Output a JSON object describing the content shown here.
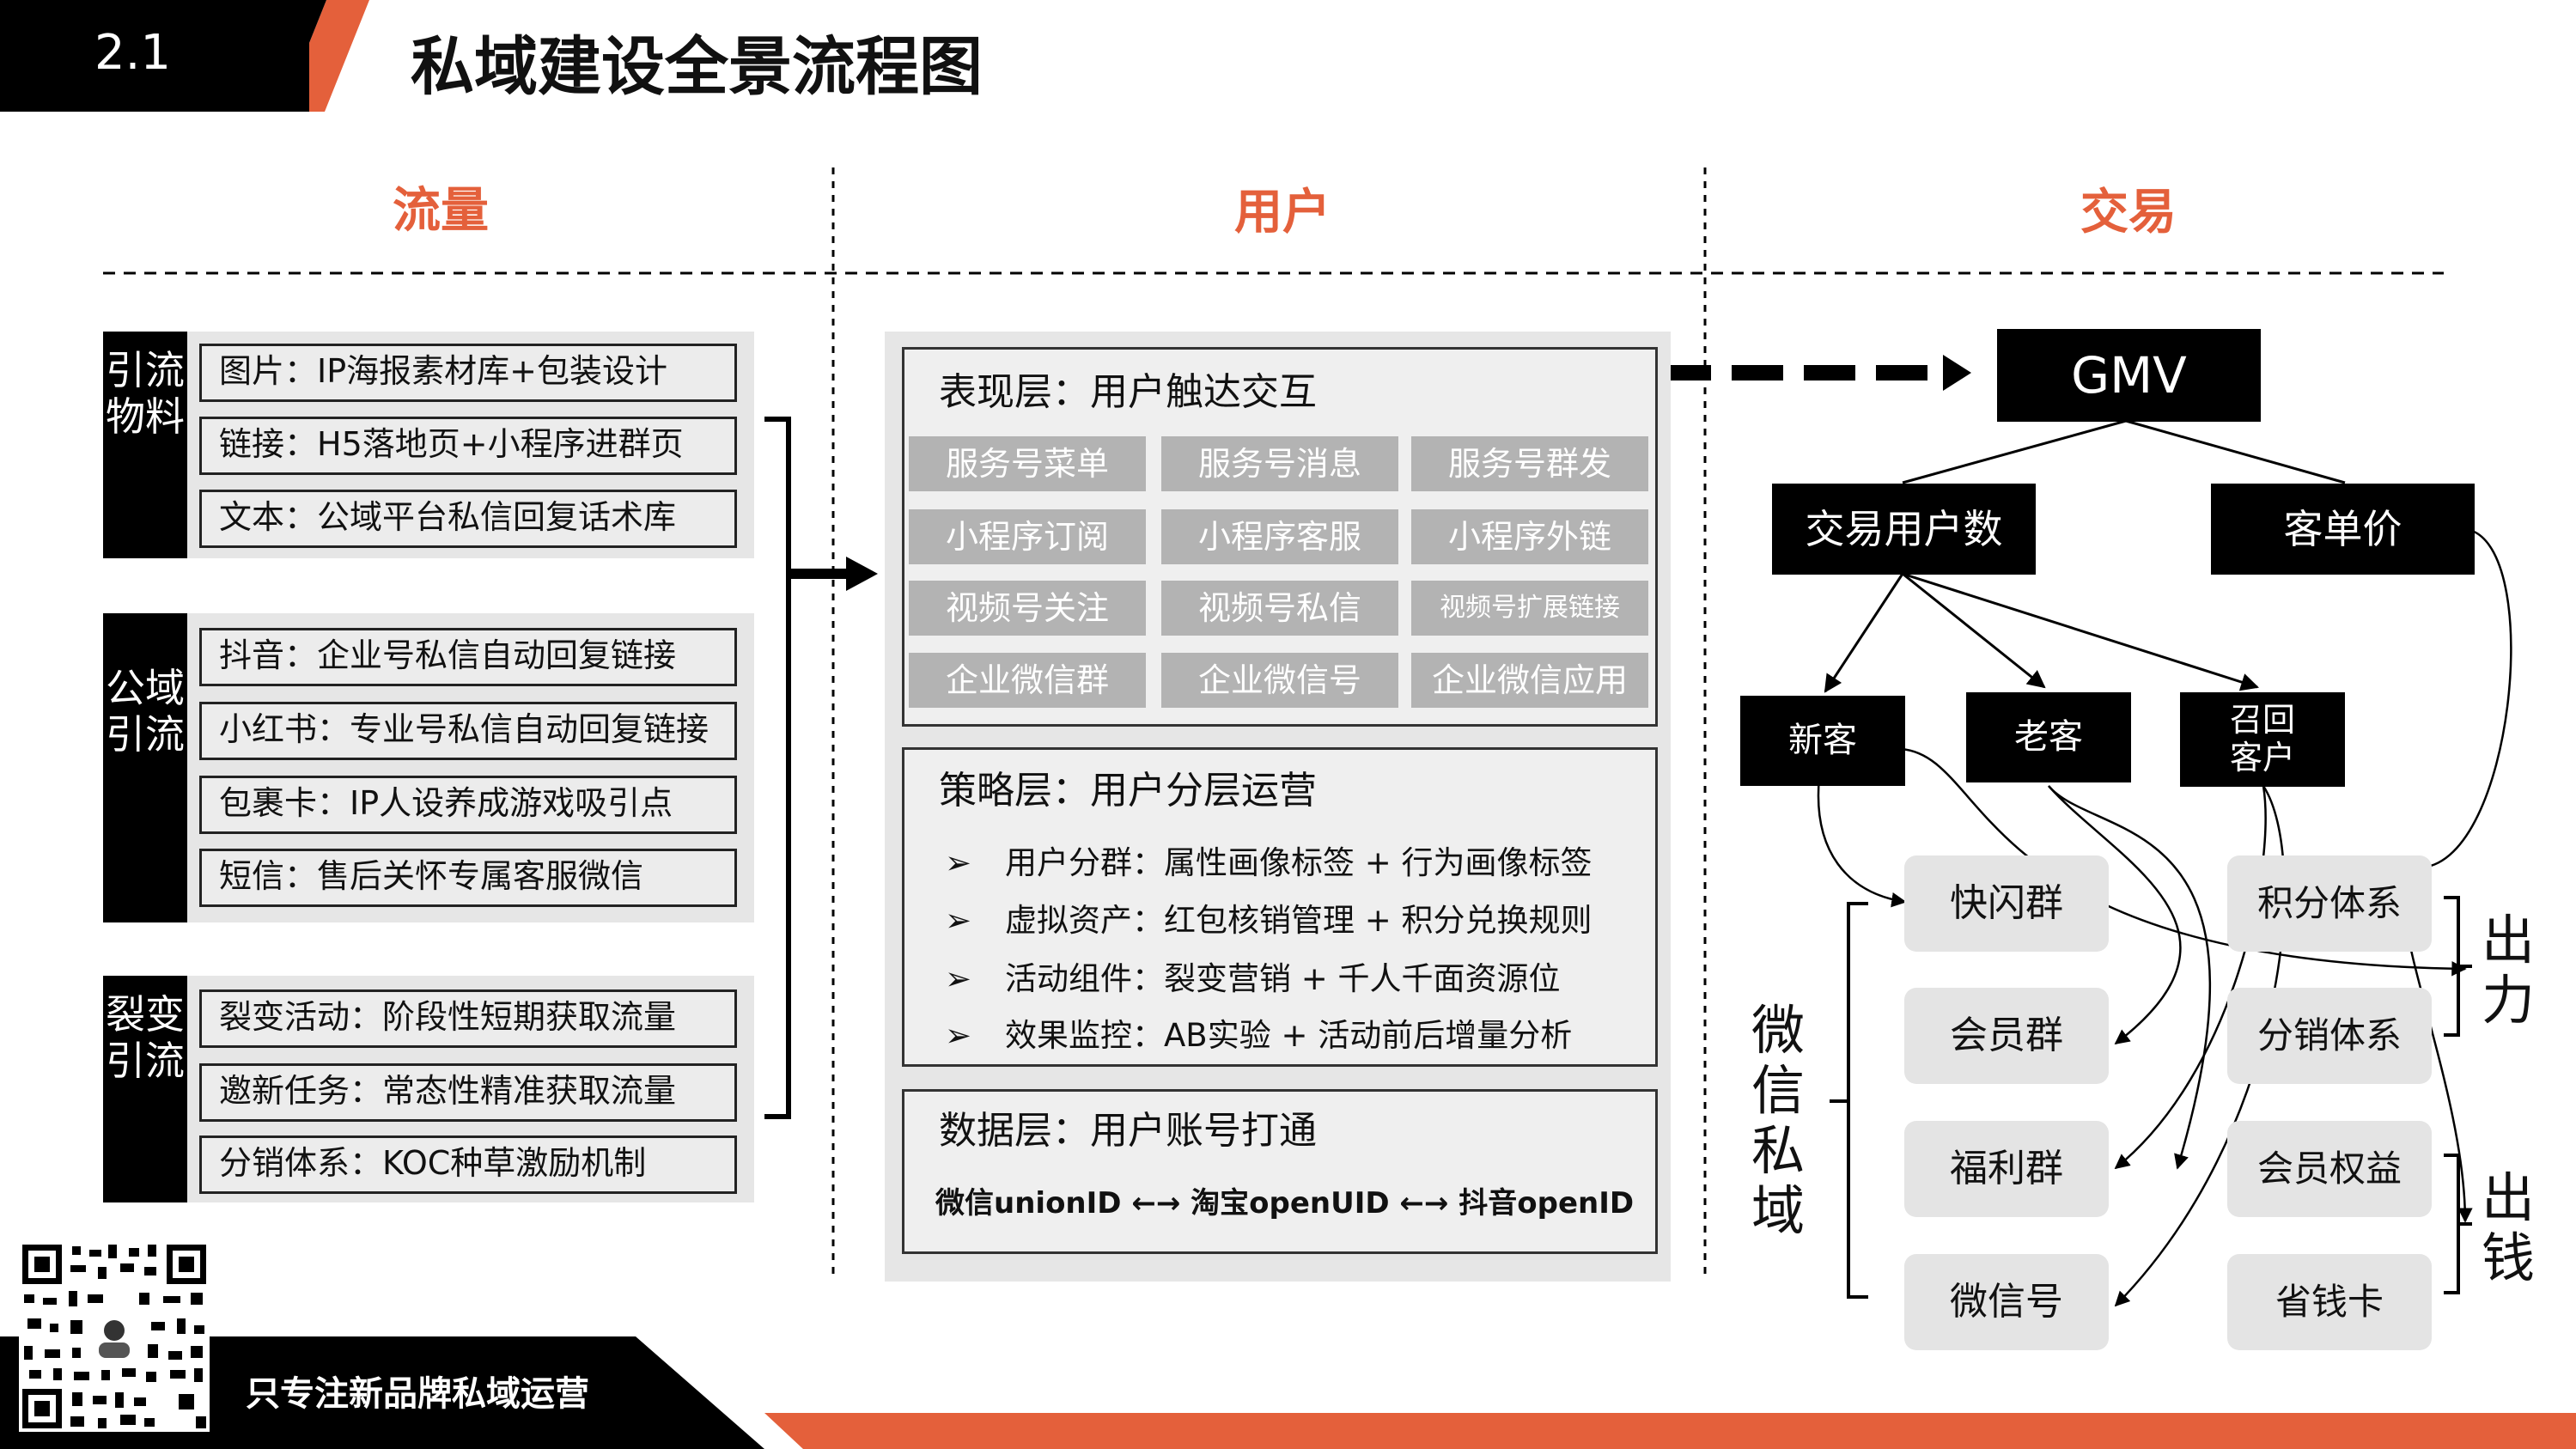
{
  "header": {
    "number": "2.1",
    "title": "私域建设全景流程图"
  },
  "columns": {
    "traffic": "流量",
    "users": "用户",
    "trade": "交易"
  },
  "traffic_groups": [
    {
      "label": "引流物料",
      "items": [
        "图片：IP海报素材库+包装设计",
        "链接：H5落地页+小程序进群页",
        "文本：公域平台私信回复话术库"
      ]
    },
    {
      "label": "公域引流",
      "items": [
        "抖音：企业号私信自动回复链接",
        "小红书：专业号私信自动回复链接",
        "包裹卡：IP人设养成游戏吸引点",
        "短信：售后关怀专属客服微信"
      ]
    },
    {
      "label": "裂变引流",
      "items": [
        "裂变活动：阶段性短期获取流量",
        "邀新任务：常态性精准获取流量",
        "分销体系：KOC种草激励机制"
      ]
    }
  ],
  "layers": {
    "presentation": {
      "title": "表现层：用户触达交互",
      "tags": [
        "服务号菜单",
        "服务号消息",
        "服务号群发",
        "小程序订阅",
        "小程序客服",
        "小程序外链",
        "视频号关注",
        "视频号私信",
        "视频号扩展链接",
        "企业微信群",
        "企业微信号",
        "企业微信应用"
      ]
    },
    "strategy": {
      "title": "策略层：用户分层运营",
      "bullet": "➢",
      "bullets": [
        "用户分群：属性画像标签 + 行为画像标签",
        "虚拟资产：红包核销管理 + 积分兑换规则",
        "活动组件：裂变营销 + 千人千面资源位",
        "效果监控：AB实验 + 活动前后增量分析"
      ]
    },
    "data": {
      "title": "数据层：用户账号打通",
      "line": "微信unionID ←→ 淘宝openUID ←→ 抖音openID"
    }
  },
  "trade": {
    "gmv": "GMV",
    "users": "交易用户数",
    "price": "客单价",
    "new": "新客",
    "old": "老客",
    "recall": [
      "召回",
      "客户"
    ],
    "private_label": "微信私域",
    "private_items": [
      "快闪群",
      "会员群",
      "福利群",
      "微信号"
    ],
    "systems": [
      "积分体系",
      "分销体系",
      "会员权益",
      "省钱卡"
    ],
    "effort": "出力",
    "money": "出钱"
  },
  "footer": {
    "text": "只专注新品牌私域运营"
  },
  "colors": {
    "accent": "#e4603b",
    "tag": "#b3b3b3",
    "panel": "#e6e6e6"
  }
}
